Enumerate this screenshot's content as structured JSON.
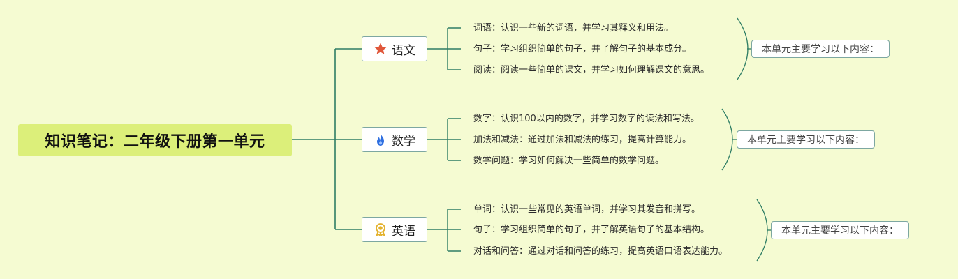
{
  "root": {
    "title": "知识笔记：二年级下册第一单元"
  },
  "branches": [
    {
      "label": "语文",
      "icon": "star-icon",
      "icon_color": "#e0573b",
      "items": [
        "词语：认识一些新的词语，并学习其释义和用法。",
        "句子：学习组织简单的句子，并了解句子的基本成分。",
        "阅读：阅读一些简单的课文，并学习如何理解课文的意思。"
      ],
      "summary": "本单元主要学习以下内容："
    },
    {
      "label": "数学",
      "icon": "flame-icon",
      "icon_color": "#2f6fe0",
      "items": [
        "数字：认识100以内的数字，并学习数字的读法和写法。",
        "加法和减法：通过加法和减法的练习，提高计算能力。",
        "数学问题：学习如何解决一些简单的数学问题。"
      ],
      "summary": "本单元主要学习以下内容："
    },
    {
      "label": "英语",
      "icon": "award-ribbon-icon",
      "icon_color": "#e3b12c",
      "items": [
        "单词：认识一些常见的英语单词，并学习其发音和拼写。",
        "句子：学习组织简单的句子，并了解英语句子的基本结构。",
        "对话和问答：通过对话和问答的练习，提高英语口语表达能力。"
      ],
      "summary": "本单元主要学习以下内容："
    }
  ],
  "colors": {
    "background": "#f5fbd2",
    "root_fill": "#dcef7a",
    "connector": "#2e7d64",
    "node_border": "#7da7a1"
  }
}
